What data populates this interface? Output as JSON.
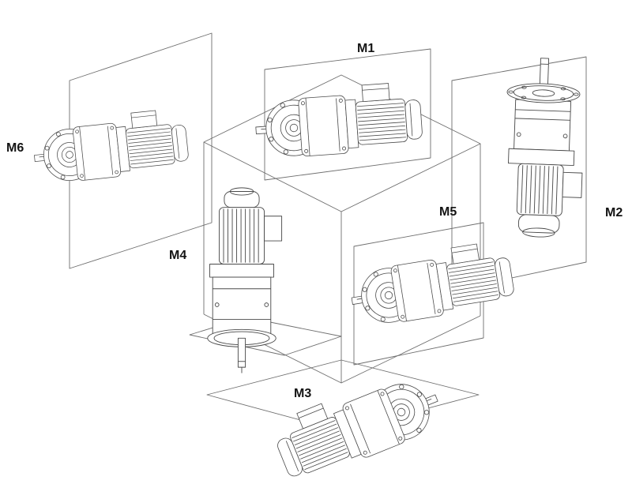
{
  "labels": {
    "m1": "M1",
    "m2": "M2",
    "m3": "M3",
    "m4": "M4",
    "m5": "M5",
    "m6": "M6"
  }
}
